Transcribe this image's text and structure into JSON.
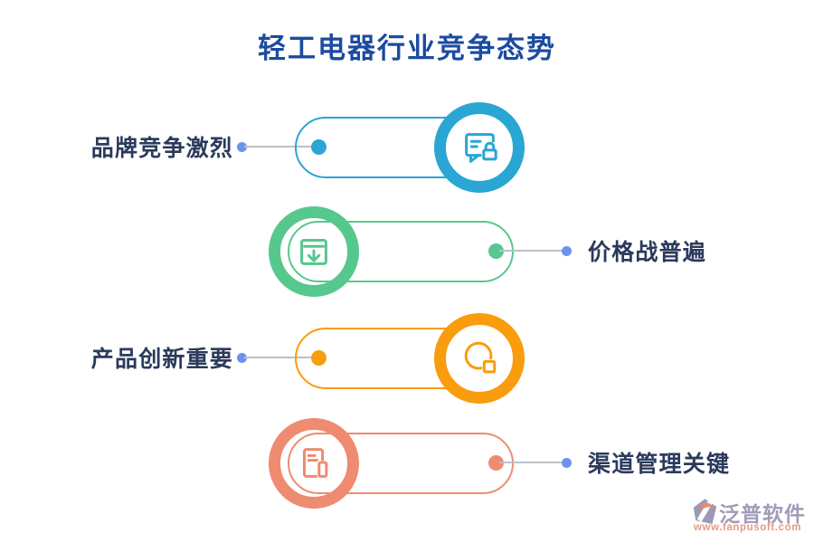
{
  "title": {
    "text": "轻工电器行业竞争态势",
    "color": "#1c4ba0"
  },
  "rows": [
    {
      "label": "品牌竞争激烈",
      "label_side": "left",
      "accent": "#29a6d4",
      "icon": "chat-lock-icon"
    },
    {
      "label": "价格战普遍",
      "label_side": "right",
      "accent": "#57c88d",
      "icon": "download-box-icon"
    },
    {
      "label": "产品创新重要",
      "label_side": "left",
      "accent": "#f99c0d",
      "icon": "pie-chart-icon"
    },
    {
      "label": "渠道管理关键",
      "label_side": "right",
      "accent": "#ee8b71",
      "icon": "document-copy-icon"
    }
  ],
  "connector": {
    "dot_color": "#6b93ee",
    "line_color": "#bcc0c8"
  },
  "label_text_color": "#2b3a5c",
  "watermark": {
    "name": "泛普软件",
    "url": "www.fanpusoft.com",
    "name_color": "#a09cb8",
    "url_color": "#e89886"
  }
}
